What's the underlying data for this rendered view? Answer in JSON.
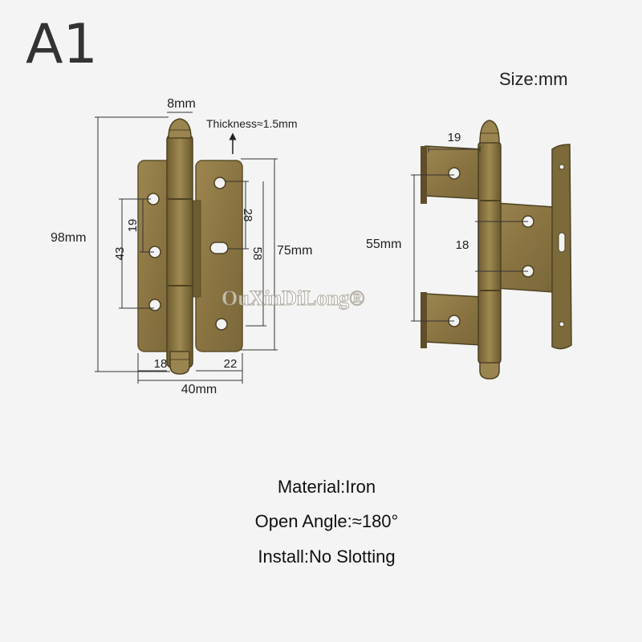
{
  "model": "A1",
  "unit_note": "Size:mm",
  "watermark": "OuXinDiLong®",
  "colors": {
    "metal": "#8f7a45",
    "metal_dark": "#5e4f2a",
    "metal_light": "#b9a46a",
    "dim_line": "#333333"
  },
  "front_view": {
    "pin_width": "8mm",
    "thickness": "Thickness≈1.5mm",
    "overall_height": "98mm",
    "left_inner": "19",
    "left_outer": "43",
    "right_inner": "28",
    "right_outer": "58",
    "leaf_height": "75mm",
    "left_leaf_width": "18",
    "right_leaf_width": "22",
    "overall_width": "40mm"
  },
  "side_view": {
    "leaf_width": "19",
    "leaf_gap": "55mm",
    "hole_spacing": "18"
  },
  "specs": {
    "material": "Material:Iron",
    "open_angle": "Open Angle:≈180°",
    "install": "Install:No Slotting"
  }
}
